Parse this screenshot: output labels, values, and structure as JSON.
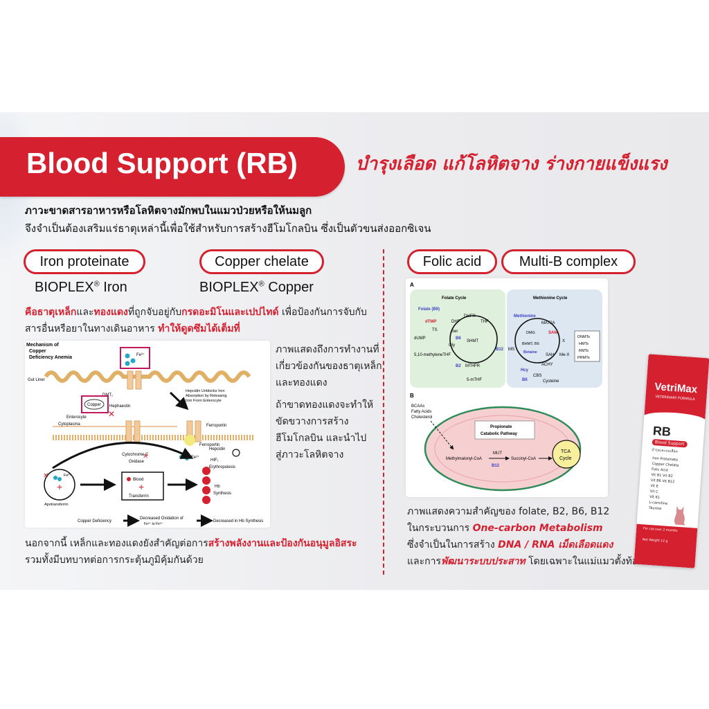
{
  "header": {
    "title": "Blood Support (RB)",
    "slogan": "บำรุงเลือด แก้โลหิตจาง ร่างกายแข็งแรง",
    "intro_line1": "ภาวะขาดสารอาหารหรือโลหิตจางมักพบในแมวป่วยหรือให้นมลูก",
    "intro_line2": "จึงจำเป็นต้องเสริมแร่ธาตุเหล่านี้เพื่อใช้สำหรับการสร้างฮีโมโกลบิน ซึ่งเป็นตัวขนส่งออกซิเจน"
  },
  "left": {
    "pill1": "Iron proteinate",
    "pill2": "Copper chelate",
    "brand1": "BIOPLEX",
    "brand1_suffix": "Iron",
    "brand2": "BIOPLEX",
    "brand2_suffix": "Copper",
    "reg_mark": "®",
    "desc1_a": "คือธาตุเหล็ก",
    "desc1_b": "และ",
    "desc1_c": "ทองแดง",
    "desc1_d": "ที่ถูกจับอยู่กับ",
    "desc1_e": "กรดอะมิโนและเปปไทด์",
    "desc1_f": " เพื่อป้องกันการจับกับ",
    "desc2_a": "สารอื่นหรือยาในทางเดินอาหาร ",
    "desc2_b": "ทำให้ดูดซึมได้เต็มที่",
    "side_text": [
      "ภาพแสดงถึงการทำงานที่",
      "เกี่ยวข้องกันของธาตุเหล็ก",
      "และทองแดง"
    ],
    "side_text2": [
      "ถ้าขาดทองแดงจะทำให้",
      "ขัดขวางการสร้าง",
      "ฮีโมโกลบิน และนำไป",
      "สู่ภาวะโลหิตจาง"
    ],
    "foot1_a": "นอกจากนี้ เหล็กและทองแดงยังสำคัญต่อการ",
    "foot1_b": "สร้างพลังงานและป้องกันอนุมูลอิสระ",
    "foot2": "รวมทั้งมีบทบาทต่อการกระตุ้นภูมิคุ้มกันด้วย",
    "figure": {
      "title1": "Mechanism of",
      "title2": "Copper",
      "title3": "Deficiency Anemia",
      "fe3": "Fe³⁺",
      "gut_liner": "Gut Liner",
      "dmt": "DMT₁",
      "hephaestin": "Hephaestin",
      "enterocyte": "Enterocyte",
      "copper": "Copper",
      "cytoplasma": "Cytoplasma",
      "hepcidin_note1": "Hepcidin Unblocks Iron",
      "hepcidin_note2": "Absorption by Releasing",
      "hepcidin_note3": "Iron From Enterocyte",
      "ferroportin": "Ferroportin",
      "ferroportin2": "Ferroportin",
      "hepcidin": "Hepcidin",
      "cytochrome": "Cytochrome C",
      "oxidase": "Oxidase",
      "hif": "HIF₁",
      "erythro": "Erythropoiesis",
      "fe3b": "Fe³⁺",
      "fe3c": "Fe³⁺",
      "apotransferrin": "Apotransferrin",
      "blood": "Blood",
      "transferrin": "Transferrin",
      "hb": "Hb",
      "synthesis": "Synthesis",
      "cu_def": "Copper Deficiency",
      "decreased_ox": "Decreased Oxidation of",
      "fe_to": "Fe²⁺ to Fe³⁺",
      "decreased_hb": "Decreased in Hb Synthesis"
    }
  },
  "right": {
    "pill1": "Folic acid",
    "pill2": "Multi-B complex",
    "figure": {
      "label_a": "A",
      "label_b": "B",
      "folate_cycle": "Folate Cycle",
      "methionine_cycle": "Methionine Cycle",
      "folate_b9": "Folate (B9)",
      "dhf": "DHF",
      "dhfr": "DHFR",
      "thf": "THF",
      "dtmp": "dTMP",
      "ts": "TS",
      "dump": "dUMP",
      "ser": "Ser",
      "gly": "Gly",
      "b6": "B6",
      "shmt": "SHMT",
      "methylene": "5,10-methyleneTHF",
      "b2": "B2",
      "mthfr": "MTHFR",
      "mthf": "5-mTHF",
      "b12": "B12",
      "ms": "MS",
      "methionine": "Methionine",
      "mat2a": "MAT2A",
      "dmg": "DMG",
      "sam": "SAM",
      "x": "X",
      "bhmt": "BHMT, B6",
      "betaine": "Betaine",
      "sah": "SAH",
      "mex": "Me-X",
      "achy": "ACHY",
      "hcy": "Hcy",
      "cbs": "CBS",
      "b6b": "B6",
      "cysteine": "Cysteine",
      "dnmts": "DNMTs",
      "hmts": "HMTs",
      "rmts": "RMTs",
      "prmts": "PRMTs",
      "bcaas": "BCAAs",
      "fatty": "Fatty Acids",
      "cholesterol": "Cholesterol",
      "propionate": "Propionate",
      "catabolic": "Catabolic Pathway",
      "methylmalonyl": "Methylmalonyl-CoA",
      "mut": "MUT",
      "b12b": "B12",
      "succinyl": "Succinyl-CoA",
      "tca": "TCA",
      "cycle": "Cycle"
    },
    "caption1": "ภาพแสดงความสำคัญของ folate, B2, B6, B12",
    "caption2_a": "ในกระบวนการ ",
    "caption2_b": "One-carbon Metabolism",
    "caption3_a": "ซึ่งจำเป็นในการสร้าง ",
    "caption3_b": "DNA / RNA เม็ดเลือดแดง",
    "caption4_a": "และการ",
    "caption4_b": "พัฒนาระบบประสาท",
    "caption4_c": " โดยเฉพาะในแม่แมวตั้งท้อง"
  },
  "product": {
    "brand": "VetriMax",
    "subtitle": "VETERINARY FORMULA",
    "name": "RB",
    "badge": "Blood Support",
    "thai": "บำรุงและบนเลือด",
    "ingredients": [
      "Iron Proteinate",
      "Copper Chelate",
      "Folic Acid",
      "Vit B1 Vit B2",
      "Vit B6 Vit B12",
      "Vit E",
      "Vit C",
      "Vit K1",
      "L-carnitine",
      "Taurine"
    ],
    "age": "For cat over 2 months",
    "weight": "Net Weight 12 g"
  },
  "colors": {
    "accent": "#d5202f",
    "folate_bg": "#dff0dc",
    "methionine_bg": "#dce7f2",
    "mito_fill": "#f6cfd1"
  }
}
